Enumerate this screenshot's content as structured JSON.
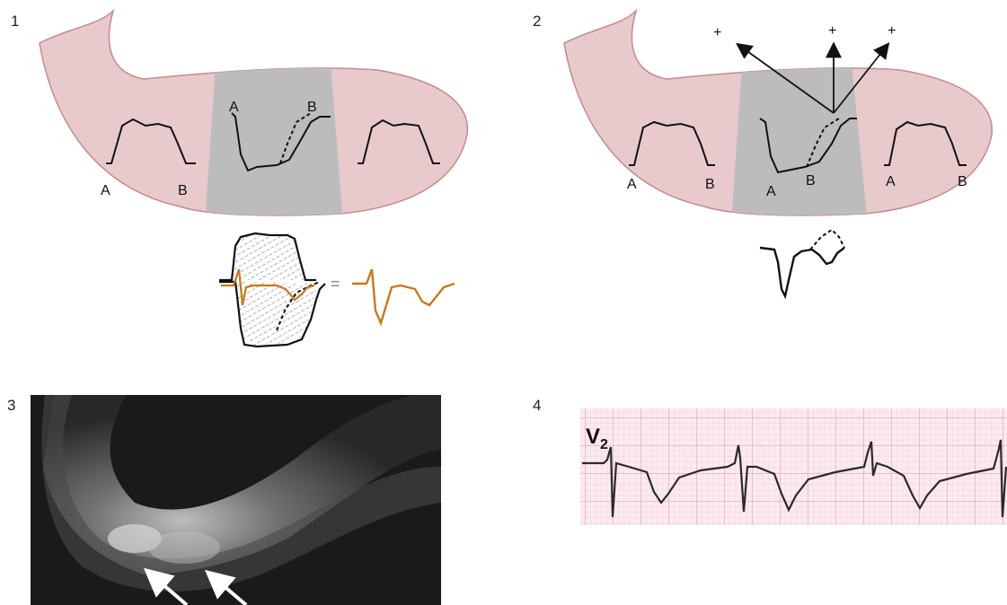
{
  "figure": {
    "panel_numbers": [
      "1",
      "2",
      "3",
      "4"
    ],
    "colors": {
      "myocardium_fill": "#e8cacd",
      "myocardium_edge": "#c48a8e",
      "ischemic_zone": "#bcbcbc",
      "ecg_trace_orange": "#c77a1e",
      "ecg_paper": "#fbeaf0",
      "ecg_grid": "#e9a9c0",
      "ecg_trace": "#2a2a2a"
    }
  },
  "panel1": {
    "label_A_left": "A",
    "label_B_left": "B",
    "label_A_zone": "A",
    "label_B_zone": "B",
    "equals_sign": "="
  },
  "panel2": {
    "vector_plus_1": "+",
    "vector_plus_2": "+",
    "vector_plus_3": "+",
    "label_A_left": "A",
    "label_B_left": "B",
    "label_A_zone": "A",
    "label_B_zone": "B",
    "label_A_right": "A",
    "label_B_right": "B"
  },
  "panel4": {
    "lead_label": "V",
    "lead_subscript": "2"
  }
}
